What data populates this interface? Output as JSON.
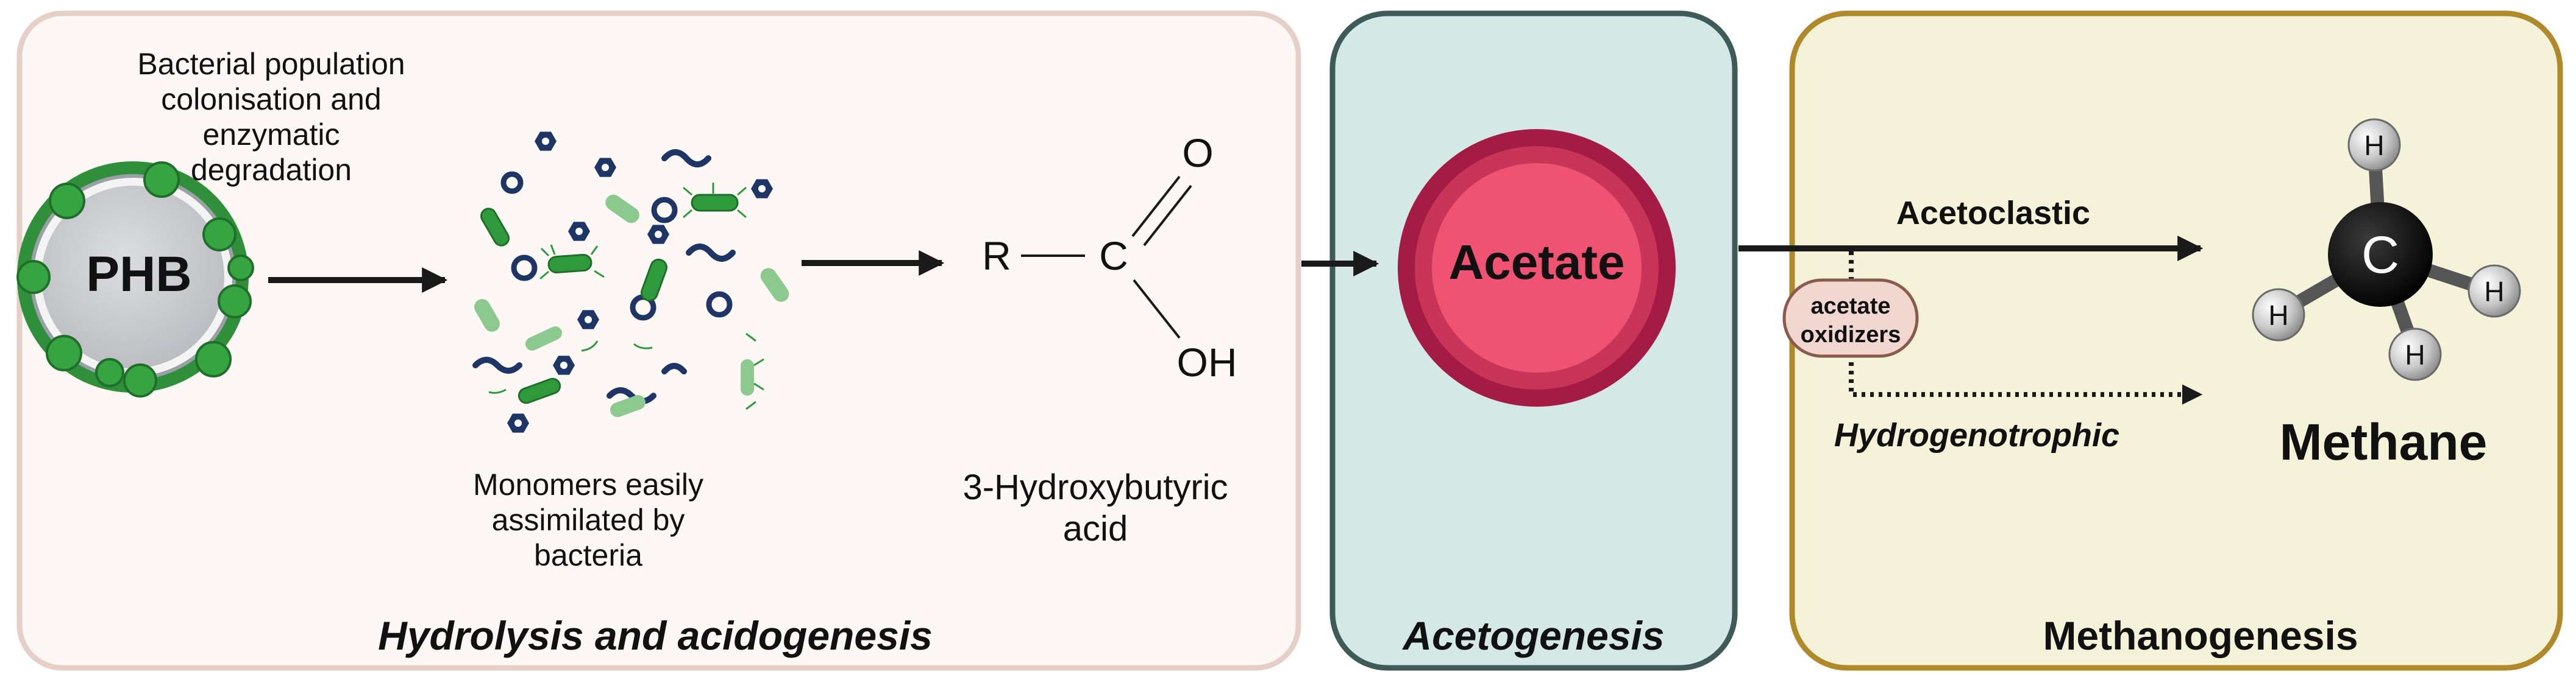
{
  "panels": {
    "hydrolysis": {
      "title": "Hydrolysis and acidogenesis"
    },
    "acetogenesis": {
      "title": "Acetogenesis"
    },
    "methanogenesis": {
      "title": "Methanogenesis"
    }
  },
  "phb": {
    "label": "PHB",
    "caption": [
      "Bacterial population",
      "colonisation and",
      "enzymatic",
      "degradation"
    ]
  },
  "monomers": {
    "caption": [
      "Monomers easily",
      "assimilated by",
      "bacteria"
    ]
  },
  "molecule": {
    "r_label": "R",
    "c_label": "C",
    "o_label": "O",
    "oh_label": "OH",
    "caption": [
      "3-Hydroxybutyric",
      "acid"
    ]
  },
  "acetate": {
    "label": "Acetate"
  },
  "pathways": {
    "acetoclastic": "Acetoclastic",
    "hydrogenotrophic": "Hydrogenotrophic",
    "oxidizers": [
      "acetate",
      "oxidizers"
    ]
  },
  "methane": {
    "center_atom": "C",
    "h_atom": "H",
    "label": "Methane"
  },
  "colors": {
    "hydrolysis_bg": "#fdf8f5",
    "hydrolysis_border": "#e6cfc7",
    "acetogenesis_bg": "#d4e8e6",
    "acetogenesis_border": "#3f5b59",
    "methanogenesis_bg": "#f4f2d8",
    "methanogenesis_border": "#b08a2a",
    "acetate_outer": "#a41c45",
    "acetate_ring": "#c93559",
    "acetate_core": "#f05272",
    "oxidizer_fill": "#f1d7cf",
    "oxidizer_stroke": "#8a5a4c",
    "bacteria_green": "#2f9a3c",
    "bacteria_light": "#8bc98e",
    "bacteria_navy": "#1e3566"
  }
}
